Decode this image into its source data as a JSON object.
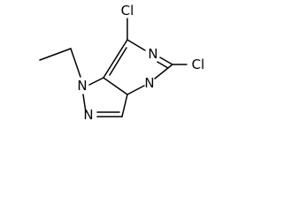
{
  "molecule": {
    "atoms": {
      "cl_top": "Cl",
      "cl_right": "Cl",
      "n_upper_right": "N",
      "n_lower_middle": "N",
      "n1": "N",
      "n2": "N"
    },
    "colors": {
      "bond": "#000000",
      "label": "#000000",
      "background": "#ffffff"
    }
  }
}
